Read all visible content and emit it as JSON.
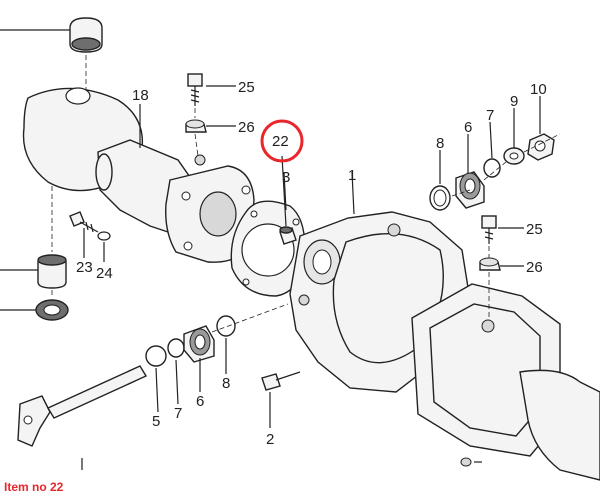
{
  "diagram": {
    "callouts": {
      "c25a": "25",
      "c26a": "26",
      "c18": "18",
      "c22": "22",
      "c3": "3",
      "c1": "1",
      "c8a": "8",
      "c6a": "6",
      "c7a": "7",
      "c9": "9",
      "c10": "10",
      "c25b": "25",
      "c26b": "26",
      "c23": "23",
      "c24": "24",
      "c5": "5",
      "c7b": "7",
      "c6b": "6",
      "c8b": "8",
      "c2": "2"
    },
    "highlight_color": "#e8262b",
    "item_label": "Item no 22"
  }
}
